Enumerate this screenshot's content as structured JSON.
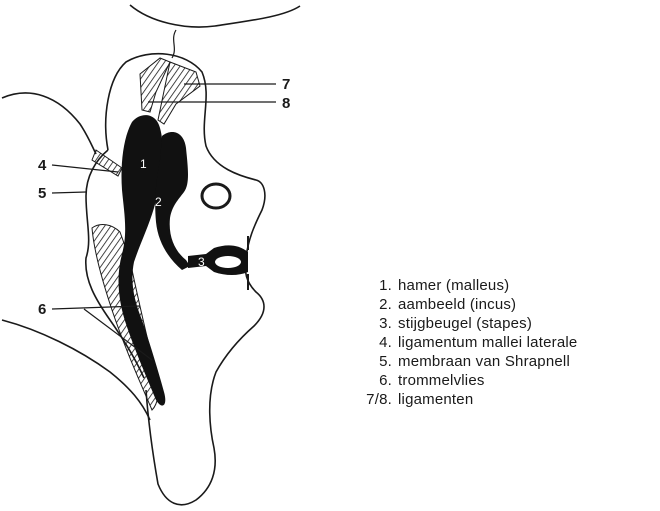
{
  "diagram": {
    "callouts": [
      {
        "id": "4",
        "text": "4"
      },
      {
        "id": "5",
        "text": "5"
      },
      {
        "id": "6",
        "text": "6"
      },
      {
        "id": "7",
        "text": "7"
      },
      {
        "id": "8",
        "text": "8"
      }
    ],
    "inner_labels": [
      {
        "id": "1",
        "text": "1"
      },
      {
        "id": "2",
        "text": "2"
      },
      {
        "id": "3",
        "text": "3"
      }
    ],
    "colors": {
      "line": "#1a1a1a",
      "bone": "#111111",
      "background": "#ffffff"
    }
  },
  "legend": {
    "items": [
      {
        "num": "1.",
        "text": "hamer (malleus)"
      },
      {
        "num": "2.",
        "text": "aambeeld (incus)"
      },
      {
        "num": "3.",
        "text": "stijgbeugel (stapes)"
      },
      {
        "num": "4.",
        "text": "ligamentum mallei laterale"
      },
      {
        "num": "5.",
        "text": "membraan van Shrapnell"
      },
      {
        "num": "6.",
        "text": "trommelvlies"
      },
      {
        "num": "7/8.",
        "text": "ligamenten"
      }
    ]
  }
}
